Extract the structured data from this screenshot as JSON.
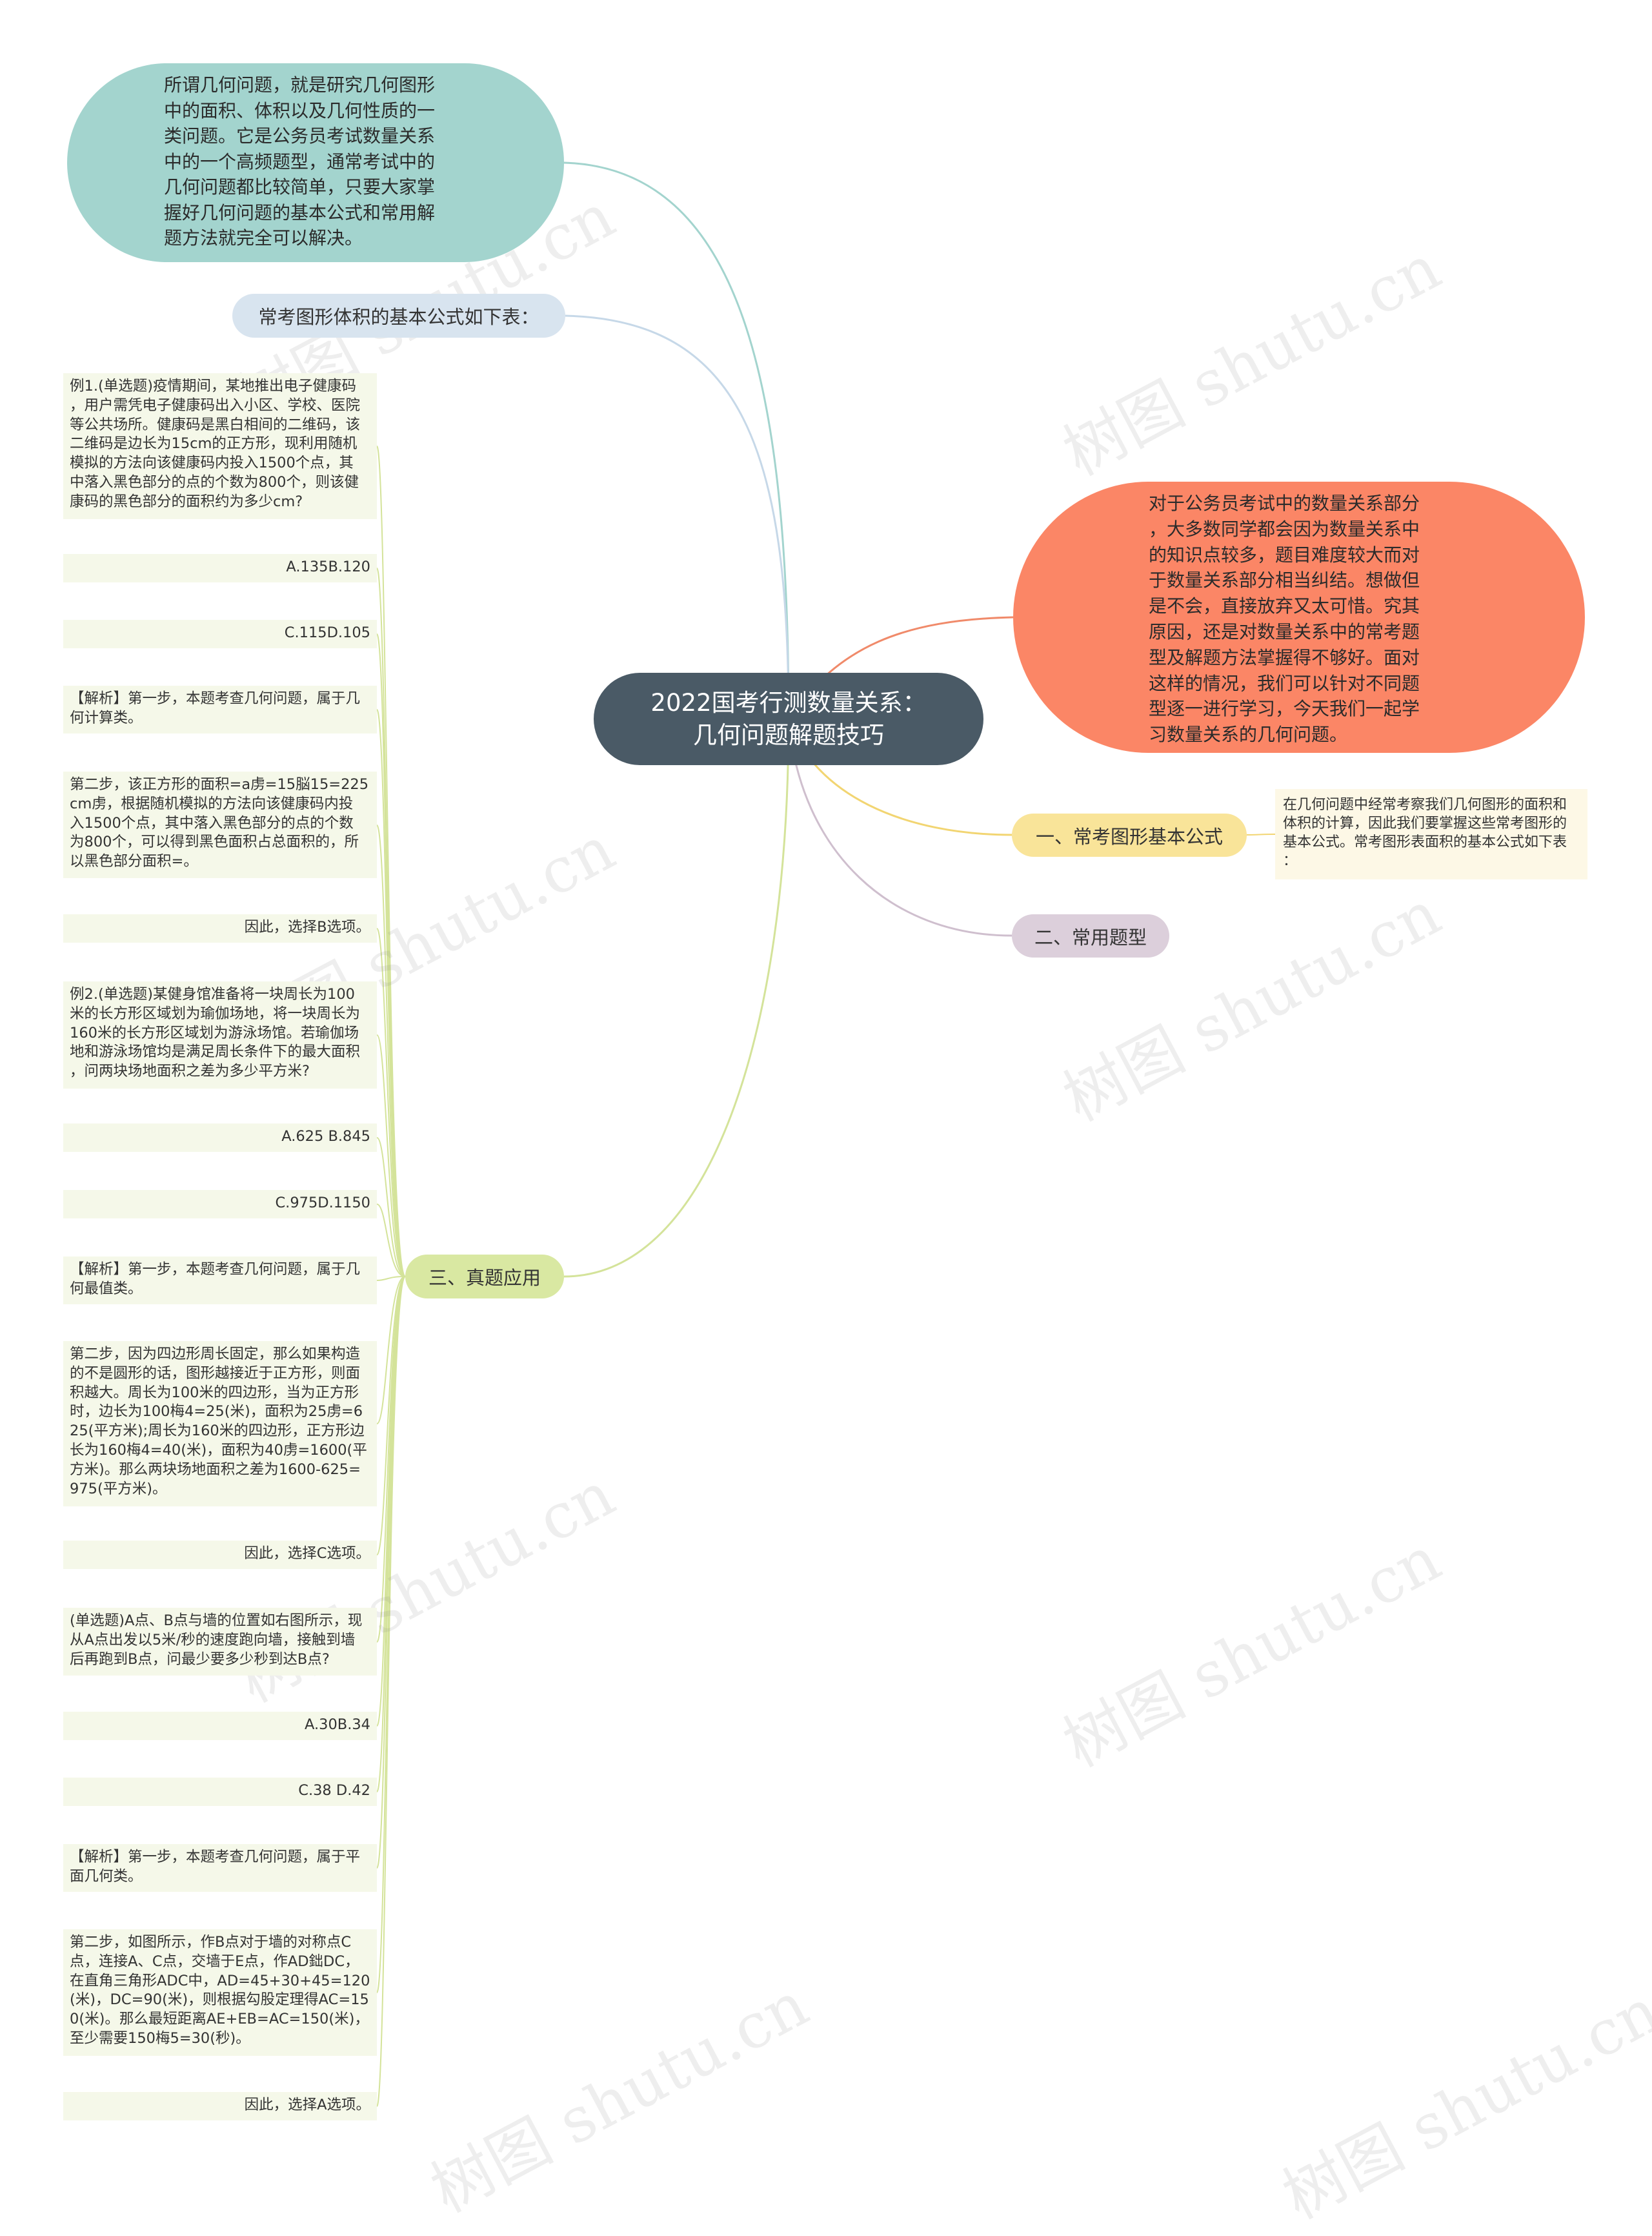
{
  "root": {
    "title": "2022国考行测数量关系：\n几何问题解题技巧"
  },
  "intro_left": "所谓几何问题，就是研究几何图形\n中的面积、体积以及几何性质的一\n类问题。它是公务员考试数量关系\n中的一个高频题型，通常考试中的\n几何问题都比较简单，只要大家掌\n握好几何问题的基本公式和常用解\n题方法就完全可以解决。",
  "volume_formula_label": "常考图形体积的基本公式如下表：",
  "intro_right": "对于公务员考试中的数量关系部分\n，大多数同学都会因为数量关系中\n的知识点较多，题目难度较大而对\n于数量关系部分相当纠结。想做但\n是不会，直接放弃又太可惜。究其\n原因，还是对数量关系中的常考题\n型及解题方法掌握得不够好。面对\n这样的情况，我们可以针对不同题\n型逐一进行学习，今天我们一起学\n习数量关系的几何问题。",
  "branches": {
    "b1": {
      "label": "一、常考图形基本公式",
      "note": "在几何问题中经常考察我们几何图形的面积和\n体积的计算，因此我们要掌握这些常考图形的\n基本公式。常考图形表面积的基本公式如下表\n："
    },
    "b2": {
      "label": "二、常用题型"
    },
    "b3": {
      "label": "三、真题应用"
    }
  },
  "leaves": [
    "例1.(单选题)疫情期间，某地推出电子健康码\n，用户需凭电子健康码出入小区、学校、医院\n等公共场所。健康码是黑白相间的二维码，该\n二维码是边长为15cm的正方形，现利用随机\n模拟的方法向该健康码内投入1500个点，其\n中落入黑色部分的点的个数为800个，则该健\n康码的黑色部分的面积约为多少cm?",
    "A.135B.120",
    "C.115D.105",
    "【解析】第一步，本题考查几何问题，属于几\n何计算类。",
    "第二步，该正方形的面积=a虏=15脳15=225\ncm虏，根据随机模拟的方法向该健康码内投\n入1500个点，其中落入黑色部分的点的个数\n为800个，可以得到黑色面积占总面积的，所\n以黑色部分面积=。",
    "因此，选择B选项。",
    "例2.(单选题)某健身馆准备将一块周长为100\n米的长方形区域划为瑜伽场地，将一块周长为\n160米的长方形区域划为游泳场馆。若瑜伽场\n地和游泳场馆均是满足周长条件下的最大面积\n，问两块场地面积之差为多少平方米?",
    "A.625 B.845",
    "C.975D.1150",
    "【解析】第一步，本题考查几何问题，属于几\n何最值类。",
    "第二步，因为四边形周长固定，那么如果构造\n的不是圆形的话，图形越接近于正方形，则面\n积越大。周长为100米的四边形，当为正方形\n时，边长为100梅4=25(米)，面积为25虏=6\n25(平方米);周长为160米的四边形，正方形边\n长为160梅4=40(米)，面积为40虏=1600(平\n方米)。那么两块场地面积之差为1600-625=\n975(平方米)。",
    "因此，选择C选项。",
    "(单选题)A点、B点与墙的位置如右图所示，现\n从A点出发以5米/秒的速度跑向墙，接触到墙\n后再跑到B点，问最少要多少秒到达B点?",
    "A.30B.34",
    "C.38 D.42",
    "【解析】第一步，本题考查几何问题，属于平\n面几何类。",
    "第二步，如图所示，作B点对于墙的对称点C\n点，连接A、C点，交墙于E点，作AD鈯DC，\n在直角三角形ADC中，AD=45+30+45=120\n(米)，DC=90(米)，则根据勾股定理得AC=15\n0(米)。那么最短距离AE+EB=AC=150(米)，\n至少需要150梅5=30(秒)。",
    "因此，选择A选项。"
  ],
  "watermark": "树图 shutu.cn",
  "colors": {
    "root": "#4a5a66",
    "teal": "#a3d4ce",
    "orange": "#fb8666",
    "yellow": "#f9e499",
    "purple": "#dccfdb",
    "green": "#d9e8a2",
    "blue": "#d8e4ef"
  }
}
